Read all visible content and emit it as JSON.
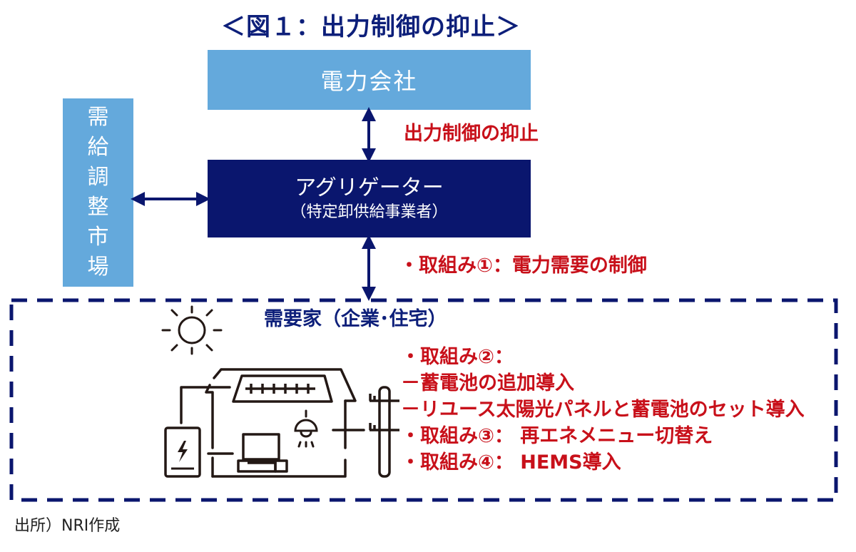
{
  "title": "＜図１：出力制御の抑止＞",
  "colors": {
    "light_blue": "#64a9dc",
    "navy": "#0a166e",
    "red_text": "#c8101a",
    "title_blue": "#0d1f7a",
    "icon_stroke": "#231815"
  },
  "nodes": {
    "utility": {
      "label": "電力会社"
    },
    "aggregator": {
      "label": "アグリゲーター",
      "sublabel": "（特定卸供給事業者）"
    },
    "market": {
      "label_chars": [
        "需",
        "給",
        "調",
        "整",
        "市",
        "場"
      ],
      "label": "需給調整市場"
    },
    "consumer": {
      "label": "需要家（企業･住宅）"
    }
  },
  "edges": [
    {
      "from": "utility",
      "to": "aggregator",
      "label": "出力制御の抑止",
      "direction": "bidirectional"
    },
    {
      "from": "market",
      "to": "aggregator",
      "label": "",
      "direction": "bidirectional"
    },
    {
      "from": "aggregator",
      "to": "consumer",
      "label": "・取組み①：電力需要の制御",
      "direction": "bidirectional"
    }
  ],
  "initiatives": [
    "・取組み②：",
    "－蓄電池の追加導入",
    "－リユース太陽光パネルと蓄電池のセット導入",
    "・取組み③： 再エネメニュー切替え",
    "・取組み④： HEMS導入"
  ],
  "icons": [
    "sun-icon",
    "house-icon",
    "solar-panel-icon",
    "battery-icon",
    "computer-icon",
    "ceiling-lamp-icon",
    "utility-pole-icon"
  ],
  "source": "出所）NRI作成"
}
